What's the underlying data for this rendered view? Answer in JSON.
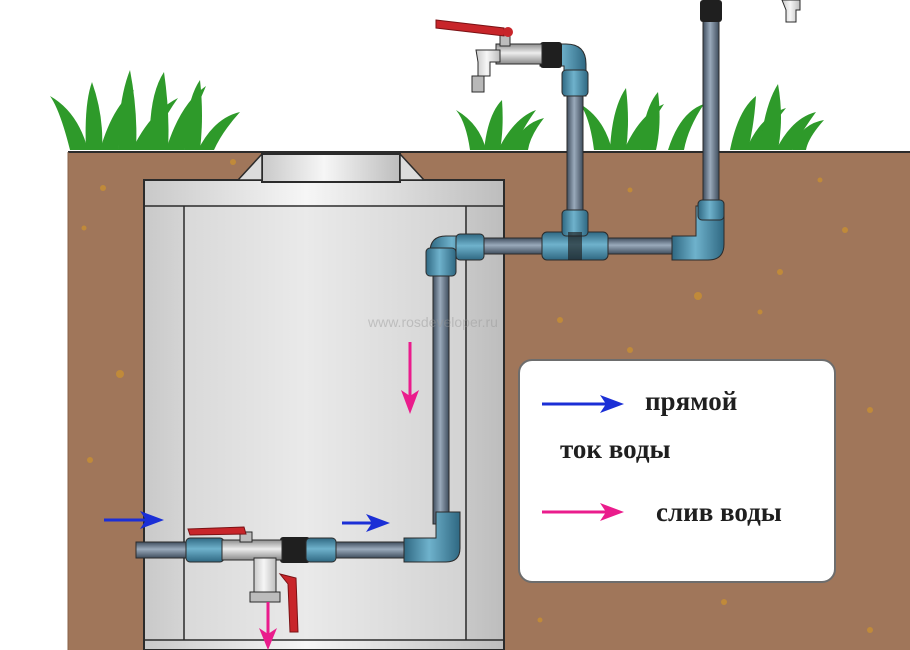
{
  "legend": {
    "direct_label_line1": "прямой",
    "direct_label_line2": "ток воды",
    "drain_label": "слив воды"
  },
  "watermark": "www.rosdeveloper.ru",
  "colors": {
    "soil": "#a0765a",
    "grass": "#2e9a2a",
    "pipe": "#5d6f83",
    "fitting": "#4b8aa5",
    "direct_arrow": "#1b2fd6",
    "drain_arrow": "#ea1c8c",
    "valve_handle": "#c8252a"
  },
  "icons": [
    "valve-icon",
    "faucet-icon",
    "direct-flow-arrow-icon",
    "drain-arrow-icon"
  ]
}
